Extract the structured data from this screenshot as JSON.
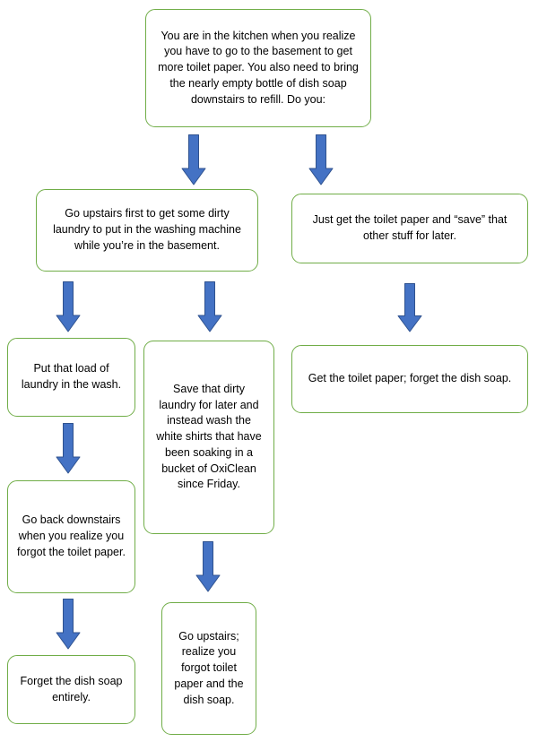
{
  "diagram": {
    "title": "kitchen-errand-flowchart",
    "colors": {
      "box_border": "#70AD47",
      "box_fill": "#FFFFFF",
      "arrow_fill": "#4472C4",
      "arrow_stroke": "#2F528F",
      "text": "#000000"
    },
    "icons": {
      "down_arrow": "block-arrow-down"
    },
    "nodes": {
      "start": "You are in the kitchen when you realize you have to go to the basement to get more toilet paper. You also need to bring the nearly empty bottle of dish soap downstairs to refill. Do you:",
      "laundry_first": "Go upstairs first to get some dirty laundry to put in the washing machine while you’re in the basement.",
      "just_toilet_paper": "Just get the toilet paper and “save” that other stuff for later.",
      "put_load": "Put that load of laundry in the wash.",
      "oxiclean": "Save that dirty laundry for later and instead wash the white shirts that have been soaking in a bucket of OxiClean since Friday.",
      "get_tp_forget_soap": "Get the toilet paper; forget the dish soap.",
      "go_back_downstairs": "Go back downstairs when you realize you forgot the toilet paper.",
      "forget_dish_soap": "Forget the dish soap entirely.",
      "go_upstairs_forgot": "Go upstairs; realize you forgot toilet paper and the dish soap."
    },
    "edges": [
      {
        "from": "start",
        "to": "laundry_first"
      },
      {
        "from": "start",
        "to": "just_toilet_paper"
      },
      {
        "from": "laundry_first",
        "to": "put_load"
      },
      {
        "from": "laundry_first",
        "to": "oxiclean"
      },
      {
        "from": "just_toilet_paper",
        "to": "get_tp_forget_soap"
      },
      {
        "from": "put_load",
        "to": "go_back_downstairs"
      },
      {
        "from": "oxiclean",
        "to": "go_upstairs_forgot"
      },
      {
        "from": "go_back_downstairs",
        "to": "forget_dish_soap"
      }
    ]
  }
}
